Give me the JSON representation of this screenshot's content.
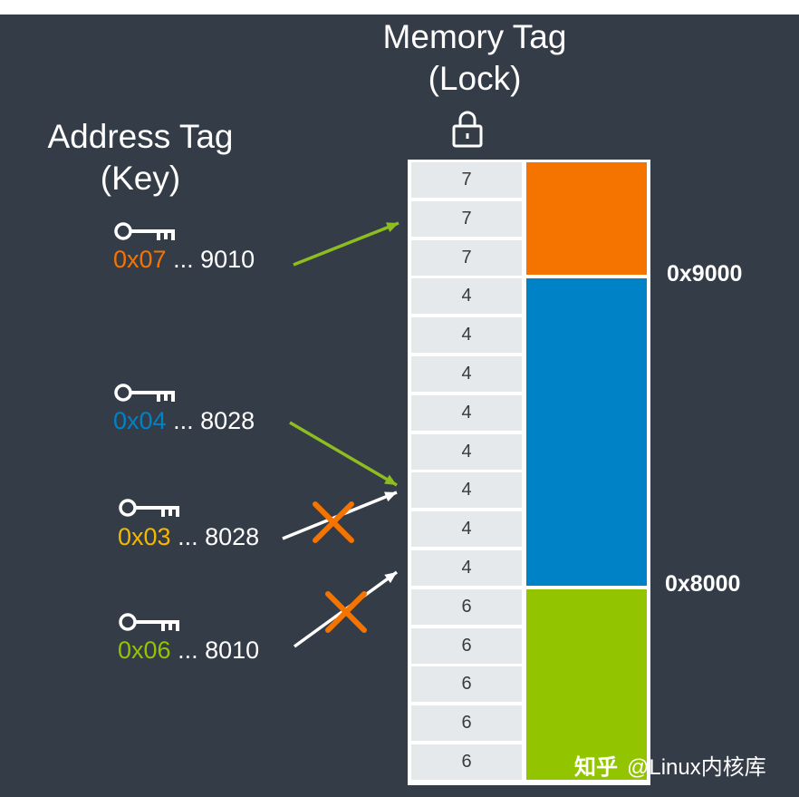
{
  "headings": {
    "memory_tag": [
      "Memory Tag",
      "(Lock)"
    ],
    "address_tag": [
      "Address Tag",
      "(Key)"
    ]
  },
  "icons": {
    "lock": "lock-icon",
    "key": "key-icon",
    "cross": "cross-icon"
  },
  "memory_tags": [
    "7",
    "7",
    "7",
    "4",
    "4",
    "4",
    "4",
    "4",
    "4",
    "4",
    "4",
    "6",
    "6",
    "6",
    "6",
    "6"
  ],
  "regions": [
    {
      "tag": 7,
      "color": "#f57400",
      "rows": 3
    },
    {
      "tag": 4,
      "color": "#0082c6",
      "rows": 8
    },
    {
      "tag": 6,
      "color": "#92c400",
      "rows": 5
    }
  ],
  "address_labels": [
    "0x9000",
    "0x8000"
  ],
  "pointers": [
    {
      "tag": "0x07",
      "addr": "... 9010",
      "color": "#f57400",
      "allowed": true
    },
    {
      "tag": "0x04",
      "addr": "... 8028",
      "color": "#0082c6",
      "allowed": true
    },
    {
      "tag": "0x03",
      "addr": "... 8028",
      "color": "#f5b800",
      "allowed": false
    },
    {
      "tag": "0x06",
      "addr": "... 8010",
      "color": "#92c400",
      "allowed": false
    }
  ],
  "colors": {
    "background": "#343c47",
    "allowed_arrow": "#8ebd1f",
    "denied_arrow": "#ffffff",
    "cross": "#f57400"
  },
  "watermark": {
    "logo": "知乎",
    "text": "@Linux内核库"
  }
}
